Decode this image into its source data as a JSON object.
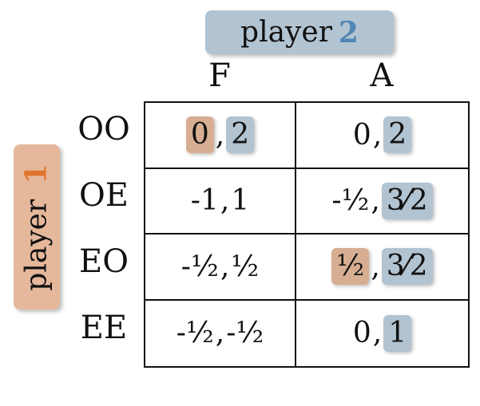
{
  "player2": {
    "label": "player",
    "number": "2",
    "number_color": "#4f86b5",
    "box_color": "#b2c3d1"
  },
  "player1": {
    "label": "player",
    "number": "1",
    "number_color": "#e0732d",
    "box_color": "#e6b89b"
  },
  "columns": [
    "F",
    "A"
  ],
  "rows": [
    "OO",
    "OE",
    "EO",
    "EE"
  ],
  "highlight_colors": {
    "player1": "#d7ae92",
    "player2": "#b2c3d1"
  },
  "cells": [
    [
      {
        "p1": "0",
        "p2": "2",
        "p1_best": true,
        "p2_best": true
      },
      {
        "p1": "0",
        "p2": "2",
        "p1_best": false,
        "p2_best": true
      }
    ],
    [
      {
        "p1": "-1",
        "p2": "1",
        "p1_best": false,
        "p2_best": false
      },
      {
        "p1": "-½",
        "p2": "3⁄2",
        "p1_best": false,
        "p2_best": true
      }
    ],
    [
      {
        "p1": "-½",
        "p2": "½",
        "p1_best": false,
        "p2_best": false
      },
      {
        "p1": "½",
        "p2": "3⁄2",
        "p1_best": true,
        "p2_best": true
      }
    ],
    [
      {
        "p1": "-½",
        "p2": "-½",
        "p1_best": false,
        "p2_best": false
      },
      {
        "p1": "0",
        "p2": "1",
        "p1_best": false,
        "p2_best": true
      }
    ]
  ]
}
